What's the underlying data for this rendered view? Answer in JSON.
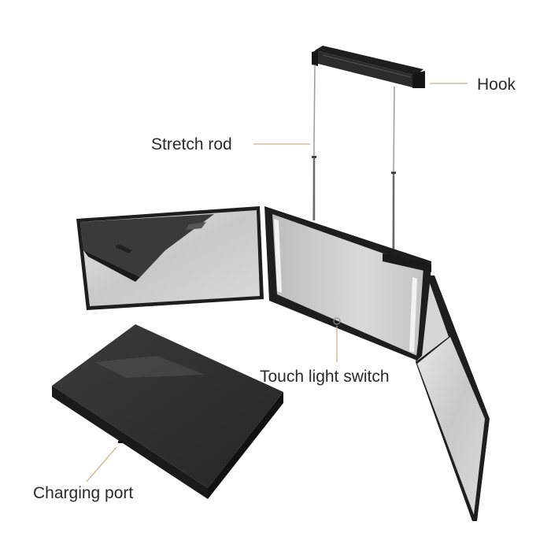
{
  "labels": {
    "hook": "Hook",
    "stretch_rod": "Stretch rod",
    "touch_light_switch": "Touch light switch",
    "charging_port": "Charging port"
  },
  "colors": {
    "leader_line": "#c9b08a",
    "frame": "#1e1e1e",
    "mirror": "#d2d2d2",
    "led_strip": "#f2f2f2",
    "case": "#2f2f2f"
  }
}
